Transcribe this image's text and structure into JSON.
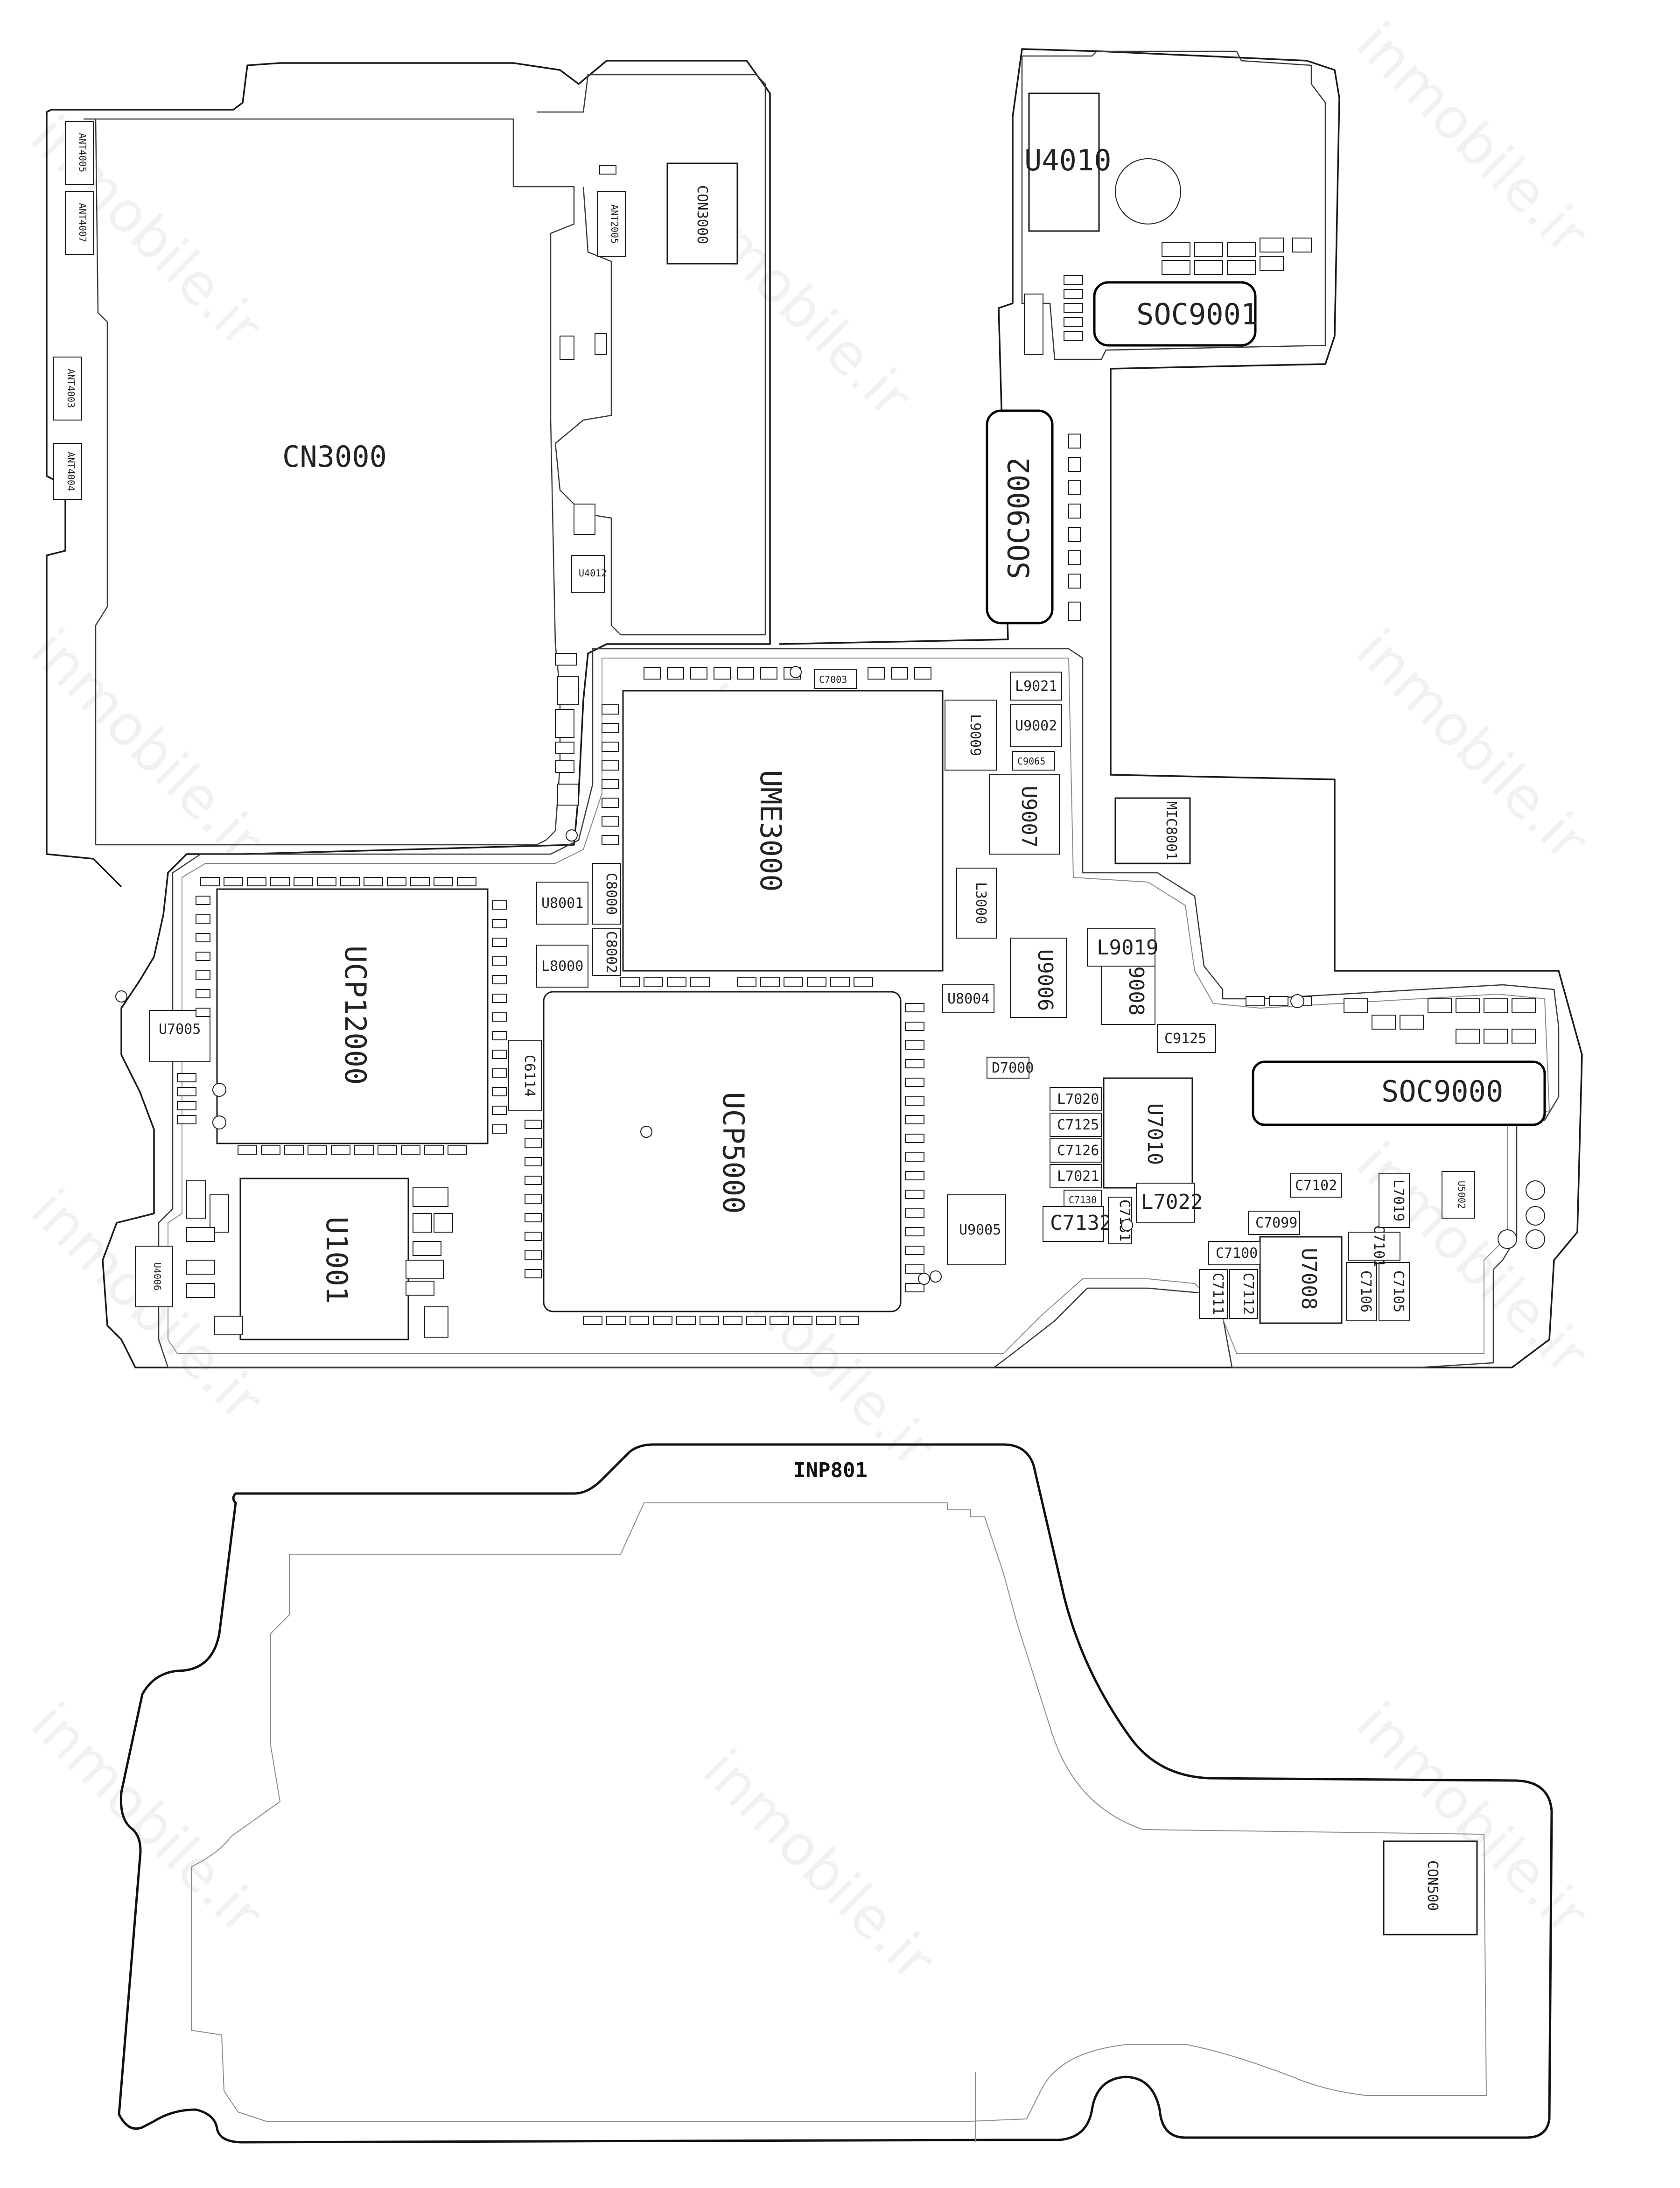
{
  "watermark": "inmobile.ir",
  "labels": {
    "cn3000": "CN3000",
    "con3000": "CON3000",
    "u4010": "U4010",
    "soc9001": "SOC9001",
    "soc9002": "SOC9002",
    "ume3000": "UME3000",
    "ucp12000": "UCP12000",
    "ucp5000": "UCP5000",
    "u1001": "U1001",
    "soc9000": "SOC9000",
    "u7010": "U7010",
    "u7008": "U7008",
    "u9006": "U9006",
    "u9007": "U9007",
    "l9019": "L9019",
    "l7022": "L7022",
    "l8000": "L8000",
    "u8001": "U8001",
    "u9005": "U9005",
    "u7005": "U7005",
    "u4006": "U4006",
    "mic8001": "MIC8001",
    "inp801": "INP801",
    "con500": "CON500",
    "ant4005": "ANT4005",
    "ant4007": "ANT4007",
    "ant4003": "ANT4003",
    "ant4004": "ANT4004",
    "ant2005": "ANT2005",
    "u4012": "U4012",
    "l9021": "L9021",
    "u9002": "U9002",
    "l3000": "L3000",
    "c6114": "C6114",
    "c9125": "C9125",
    "c7132": "C7132",
    "l7020": "L7020",
    "c7125": "C7125",
    "c7126": "C7126",
    "l7021": "L7021",
    "c7102": "C7102",
    "c7099": "C7099",
    "c7100": "C7100",
    "c7111": "C7111",
    "c7112": "C7112",
    "c7106": "C7106",
    "c7105": "C7105",
    "l7019": "L7019",
    "d7000": "D7000",
    "u8004": "U8004",
    "c7101": "C7101",
    "c7131": "C7131",
    "c7130": "C7130",
    "u5002": "U5002",
    "c8002": "C8002",
    "c8000": "C8000",
    "c7003": "C7003",
    "c9065": "C9065",
    "u9008": "U9008",
    "l9000": "L9009"
  }
}
